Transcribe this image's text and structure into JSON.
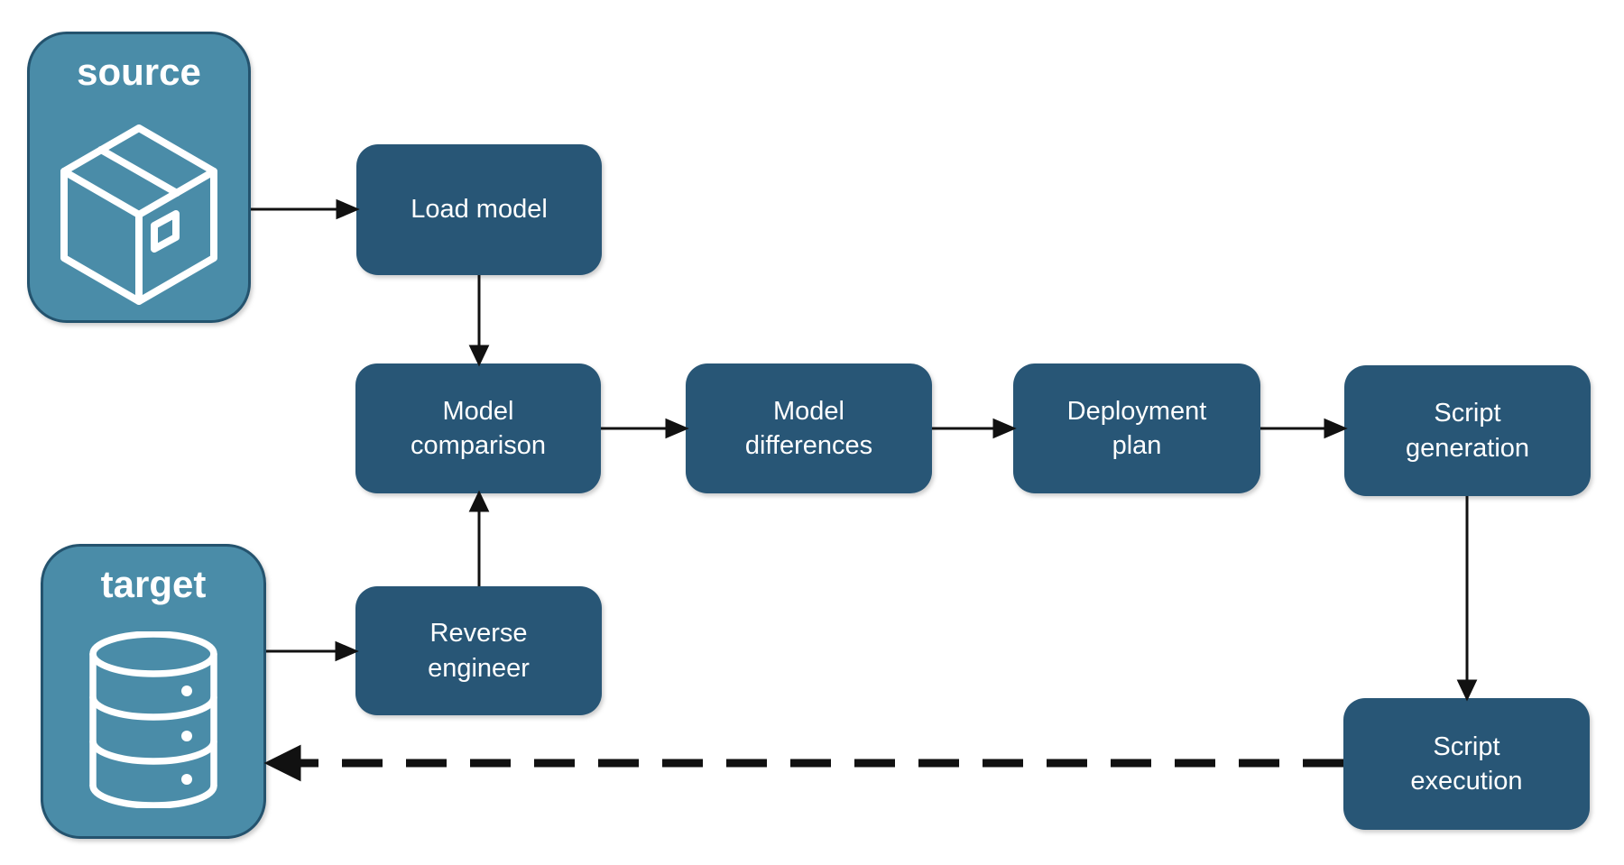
{
  "diagram": {
    "containers": [
      {
        "label": "source",
        "icon": "package-icon"
      },
      {
        "label": "target",
        "icon": "database-icon"
      }
    ],
    "nodes": [
      {
        "label": "Load model"
      },
      {
        "label": "Model comparison"
      },
      {
        "label": "Model differences"
      },
      {
        "label": "Deployment plan"
      },
      {
        "label": "Script generation"
      },
      {
        "label": "Reverse engineer"
      },
      {
        "label": "Script execution"
      }
    ],
    "edges": [
      {
        "from": "source",
        "to": "Load model",
        "style": "solid"
      },
      {
        "from": "Load model",
        "to": "Model comparison",
        "style": "solid"
      },
      {
        "from": "Reverse engineer",
        "to": "Model comparison",
        "style": "solid"
      },
      {
        "from": "target",
        "to": "Reverse engineer",
        "style": "solid"
      },
      {
        "from": "Model comparison",
        "to": "Model differences",
        "style": "solid"
      },
      {
        "from": "Model differences",
        "to": "Deployment plan",
        "style": "solid"
      },
      {
        "from": "Deployment plan",
        "to": "Script generation",
        "style": "solid"
      },
      {
        "from": "Script generation",
        "to": "Script execution",
        "style": "solid"
      },
      {
        "from": "Script execution",
        "to": "target",
        "style": "dashed"
      }
    ],
    "colors": {
      "node_fill": "#285676",
      "container_fill": "#4A8CA8",
      "container_border": "#24536E",
      "arrow": "#111111",
      "label_text": "#FFFFFF",
      "background": "#FFFFFF"
    }
  }
}
